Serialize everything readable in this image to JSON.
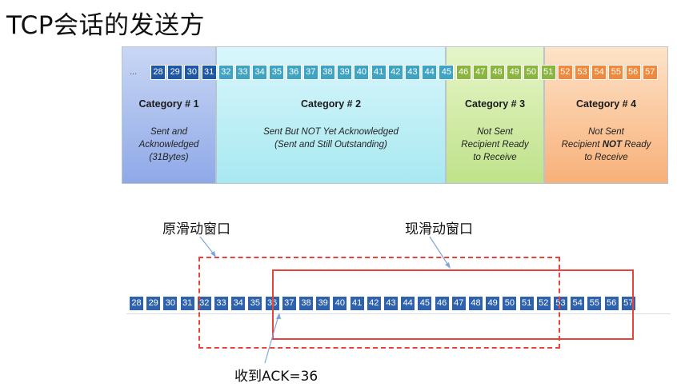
{
  "title": "TCP会话的发送方",
  "ellipsis": "...",
  "categories": [
    {
      "title": "Category # 1",
      "lines": [
        "Sent and",
        "Acknowledged",
        "(31Bytes)"
      ],
      "color": "#8fa9e8"
    },
    {
      "title": "Category # 2",
      "lines": [
        "Sent But NOT Yet Acknowledged",
        "(Sent and Still Outstanding)"
      ],
      "color": "#a8e8f1"
    },
    {
      "title": "Category # 3",
      "lines": [
        "Not Sent",
        "Recipient Ready",
        "to Receive"
      ],
      "color": "#bfe28a"
    },
    {
      "title": "Category # 4",
      "lines": [
        "Not Sent",
        "Recipient NOT Ready",
        "to Receive"
      ],
      "color": "#f8b079"
    }
  ],
  "top_bytes": [
    28,
    29,
    30,
    31,
    32,
    33,
    34,
    35,
    36,
    37,
    38,
    39,
    40,
    41,
    42,
    43,
    44,
    45,
    46,
    47,
    48,
    49,
    50,
    51,
    52,
    53,
    54,
    55,
    56,
    57
  ],
  "top_cell_colors": {
    "sent_acked": "#1f57a8",
    "sent_outstanding": "#3fa4c4",
    "not_sent_ready": "#8ab53e",
    "not_sent_not_ready": "#f0893c"
  },
  "bottom_bytes": [
    28,
    29,
    30,
    31,
    32,
    33,
    34,
    35,
    36,
    37,
    38,
    39,
    40,
    41,
    42,
    43,
    44,
    45,
    46,
    47,
    48,
    49,
    50,
    51,
    52,
    53,
    54,
    55,
    56,
    57
  ],
  "bottom_cell_color": "#2e62ad",
  "labels": {
    "old_window": "原滑动窗口",
    "new_window": "现滑动窗口",
    "ack": "收到ACK=36"
  },
  "window_color": "#e8433a"
}
